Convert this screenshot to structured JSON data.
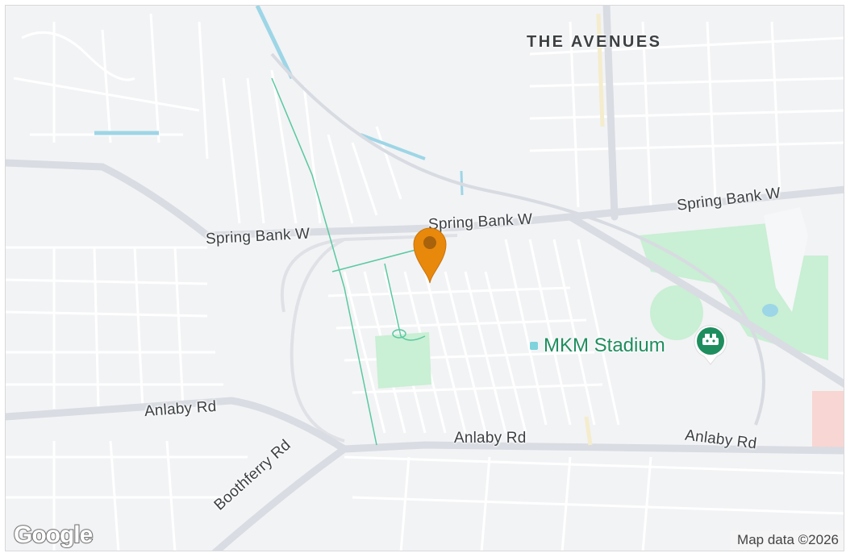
{
  "map": {
    "area_label": "THE AVENUES",
    "streets": [
      {
        "id": "spring-bank-w-1",
        "label": "Spring Bank W"
      },
      {
        "id": "spring-bank-w-2",
        "label": "Spring Bank W"
      },
      {
        "id": "spring-bank-w-3",
        "label": "Spring Bank W"
      },
      {
        "id": "anlaby-rd-1",
        "label": "Anlaby Rd"
      },
      {
        "id": "anlaby-rd-2",
        "label": "Anlaby Rd"
      },
      {
        "id": "anlaby-rd-3",
        "label": "Anlaby Rd"
      },
      {
        "id": "boothferry-rd",
        "label": "Boothferry Rd"
      }
    ],
    "poi": {
      "label": "MKM Stadium",
      "icon": "stadium-icon"
    },
    "marker": {
      "icon": "map-pin-icon",
      "color": "#e8890c"
    },
    "logo": "Google",
    "attribution": "Map data ©2026",
    "colors": {
      "park": "#c9efd4",
      "water": "#9dd6e6",
      "road_major": "#d9dce2",
      "road_minor": "#ffffff",
      "transit": "#59c9a0",
      "poi_green": "#1e8e5e"
    }
  }
}
